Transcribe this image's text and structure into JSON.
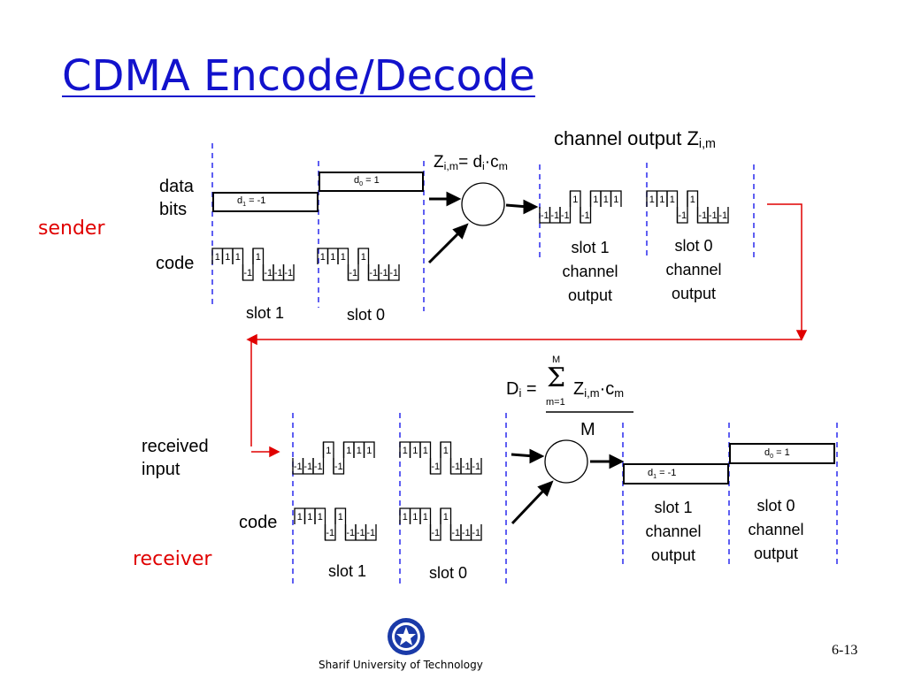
{
  "title": "CDMA Encode/Decode",
  "sender": {
    "label": "sender",
    "data_bits_line1": "data",
    "data_bits_line2": "bits",
    "code_label": "code",
    "d1": "d",
    "d1_sub": "1",
    "d1_val": " = -1",
    "d0": "d",
    "d0_sub": "0",
    "d0_val": " = 1",
    "slot1": "slot 1",
    "slot0": "slot 0"
  },
  "encoder_formula": {
    "z": "Z",
    "z_sub": "i,m",
    "eq": "= d",
    "d_sub": "i",
    "dot": "·",
    "c": "c",
    "c_sub": "m"
  },
  "channel_output": {
    "label": "channel output Z",
    "label_sub": "i,m"
  },
  "sender_output_captions": {
    "slot1": [
      "slot 1",
      "channel",
      "output"
    ],
    "slot0": [
      "slot 0",
      "channel",
      "output"
    ]
  },
  "decoder_formula": {
    "d": "D",
    "d_sub": "i",
    "eq": " = ",
    "sigma": "Σ",
    "sigma_top": "M",
    "sigma_bottom": "m=1",
    "z": "Z",
    "z_sub": "i,m",
    "dot": "·",
    "c": "c",
    "c_sub": "m",
    "denominator": "M"
  },
  "receiver": {
    "label": "receiver",
    "received_line1": "received",
    "received_line2": "input",
    "code_label": "code",
    "slot1": "slot 1",
    "slot0": "slot 0",
    "d1": "d",
    "d1_sub": "1",
    "d1_val": " = -1",
    "d0": "d",
    "d0_sub": "0",
    "d0_val": " = 1"
  },
  "receiver_output_captions": {
    "slot1": [
      "slot 1",
      "channel",
      "output"
    ],
    "slot0": [
      "slot 0",
      "channel",
      "output"
    ]
  },
  "signals": {
    "code_chips": [
      1,
      1,
      1,
      -1,
      1,
      -1,
      -1,
      -1
    ],
    "channel_slot1": [
      -1,
      -1,
      -1,
      1,
      -1,
      1,
      1,
      1
    ],
    "channel_slot0": [
      1,
      1,
      1,
      -1,
      1,
      -1,
      -1,
      -1
    ]
  },
  "footer": "Sharif University of Technology",
  "slide_number": "6-13",
  "colors": {
    "title": "#1212cc",
    "label_red": "#e00000",
    "dashed": "#2a2aee",
    "connector": "#e00000"
  },
  "logo_icon": "university-seal-icon"
}
